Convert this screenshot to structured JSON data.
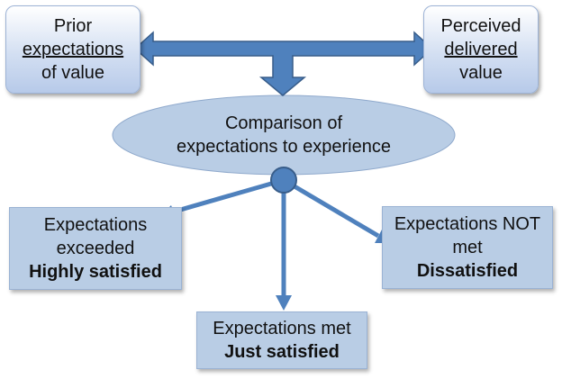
{
  "prior_box": {
    "line1": "Prior",
    "line2": "expectations",
    "line3": "of value"
  },
  "perceived_box": {
    "line1": "Perceived",
    "line2": "delivered",
    "line3": "value"
  },
  "comparison": {
    "line1": "Comparison of",
    "line2": "expectations to experience"
  },
  "exceeded_box": {
    "line1": "Expectations",
    "line2": "exceeded",
    "line3": "Highly satisfied"
  },
  "met_box": {
    "line1": "Expectations met",
    "line2": "Just satisfied"
  },
  "not_met_box": {
    "line1": "Expectations NOT",
    "line2": "met",
    "line3": "Dissatisfied"
  },
  "colors": {
    "arrow_fill": "#4f81bd",
    "arrow_stroke": "#385d8a",
    "ellipse_fill": "#b9cde5",
    "box_fill": "#b9cde5"
  }
}
